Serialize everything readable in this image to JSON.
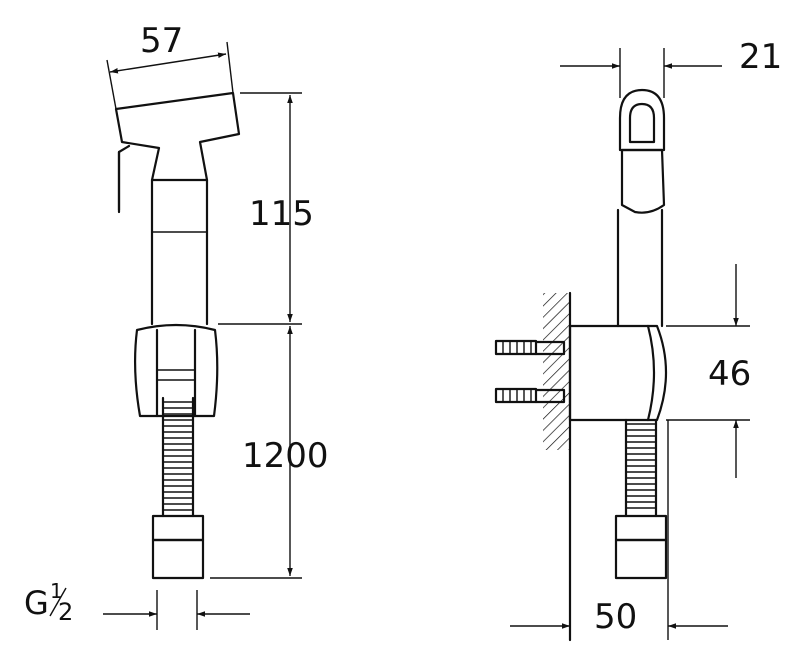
{
  "dimensions": {
    "head_width": "57",
    "head_length": "115",
    "hose_length": "1200",
    "thread_label": "G",
    "thread_numerator": "1",
    "thread_denominator": "2",
    "bracket_depth": "21",
    "bracket_height": "46",
    "bracket_width": "50"
  }
}
